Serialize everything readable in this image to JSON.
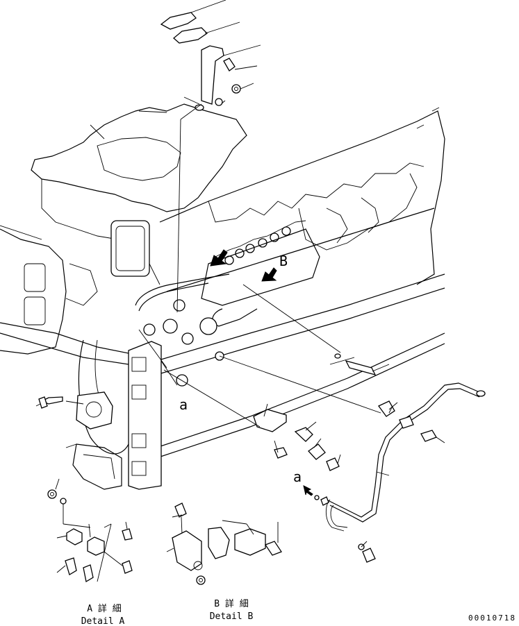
{
  "letters": {
    "a_main": "a",
    "a_arrow": "a",
    "b_main": "B"
  },
  "detail_a": {
    "title_jp": "A 詳 細",
    "title_en": "Detail A"
  },
  "detail_b": {
    "title_jp": "B 詳 細",
    "title_en": "Detail B"
  },
  "drawing_number": "00010718",
  "icons": [
    "leader-line",
    "direction-arrow",
    "bolt",
    "washer",
    "bracket",
    "clamp",
    "pipe"
  ]
}
